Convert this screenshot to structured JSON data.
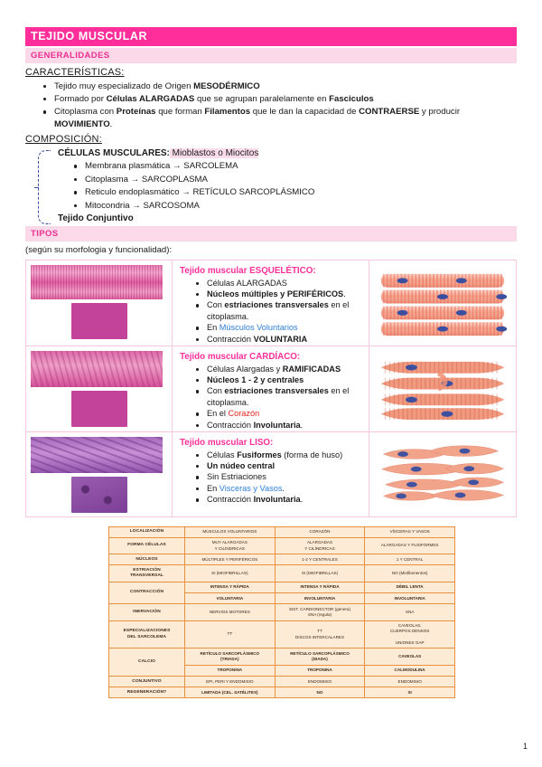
{
  "header": {
    "title": "TEJIDO MUSCULAR",
    "subtitle": "GENERALIDADES"
  },
  "sections": {
    "caracteristicas_label": "CARACTERÍSTICAS:",
    "composicion_label": "COMPOSICIÓN:",
    "tipos_label": "TIPOS",
    "tipos_note": "(según su morfologia y funcionalidad):"
  },
  "caracteristicas": [
    {
      "parts": [
        {
          "t": "Tejido muy especializado de Origen ",
          "b": false
        },
        {
          "t": "MESODÉRMICO",
          "b": true
        }
      ]
    },
    {
      "parts": [
        {
          "t": "Formado por ",
          "b": false
        },
        {
          "t": "Células ALARGADAS",
          "b": true
        },
        {
          "t": " que se agrupan paralelamente en ",
          "b": false
        },
        {
          "t": "Fasciculos",
          "b": true
        }
      ]
    },
    {
      "parts": [
        {
          "t": "Citoplasma con ",
          "b": false
        },
        {
          "t": "Proteínas",
          "b": true
        },
        {
          "t": " que forman ",
          "b": false
        },
        {
          "t": "Filamentos",
          "b": true
        },
        {
          "t": " que le dan la capacidad de ",
          "b": false
        },
        {
          "t": "CONTRAERSE",
          "b": true
        },
        {
          "t": " y producir ",
          "b": false
        },
        {
          "t": "MOVIMIENTO",
          "b": true
        },
        {
          "t": ".",
          "b": false
        }
      ]
    }
  ],
  "composicion": {
    "head_bold": "CÉLULAS MUSCULARES:",
    "head_highlight": " Mioblastos o Miocitos",
    "items": [
      "Membrana plasmática → SARCOLEMA",
      "Citoplasma → SARCOPLASMA",
      "Reticulo endoplasmático → RETÍCULO SARCOPLÁSMICO",
      "Mitocondria → SARCOSOMA"
    ],
    "footer": "Tejido Conjuntivo"
  },
  "types": [
    {
      "title": "Tejido muscular ESQUELÉTICO:",
      "bullets": [
        {
          "parts": [
            {
              "t": "Células ALARGADAS",
              "b": false
            }
          ]
        },
        {
          "parts": [
            {
              "t": "Núcleos múltiples y PERIFÉRICOS",
              "b": true
            },
            {
              "t": ".",
              "b": false
            }
          ]
        },
        {
          "parts": [
            {
              "t": "Con ",
              "b": false
            },
            {
              "t": "estriaciones transversales",
              "b": true
            },
            {
              "t": " en el citoplasma.",
              "b": false
            }
          ]
        },
        {
          "parts": [
            {
              "t": "En ",
              "b": false
            },
            {
              "t": "Músculos Voluntarios",
              "b": false,
              "c": "blue"
            }
          ]
        },
        {
          "parts": [
            {
              "t": "Contracción ",
              "b": false
            },
            {
              "t": "VOLUNTARIA",
              "b": true
            }
          ]
        }
      ],
      "histology_kind": "skeletal",
      "diagram_kind": "skeletal-striated-tubes"
    },
    {
      "title": "Tejido muscular CARDÍACO:",
      "bullets": [
        {
          "parts": [
            {
              "t": "Células Alargadas y ",
              "b": false
            },
            {
              "t": "RAMIFICADAS",
              "b": true
            }
          ]
        },
        {
          "parts": [
            {
              "t": "Núcleos 1 - 2 y centrales",
              "b": true
            }
          ]
        },
        {
          "parts": [
            {
              "t": "Con ",
              "b": false
            },
            {
              "t": "estriaciones transversales",
              "b": true
            },
            {
              "t": " en el citoplasma.",
              "b": false
            }
          ]
        },
        {
          "parts": [
            {
              "t": "En el ",
              "b": false
            },
            {
              "t": "Corazón",
              "b": false,
              "c": "red"
            }
          ]
        },
        {
          "parts": [
            {
              "t": "Contracción ",
              "b": false
            },
            {
              "t": "Involuntaria",
              "b": true
            },
            {
              "t": ".",
              "b": false
            }
          ]
        }
      ],
      "histology_kind": "cardiac",
      "diagram_kind": "cardiac-branched"
    },
    {
      "title": "Tejido muscular LISO:",
      "bullets": [
        {
          "parts": [
            {
              "t": "Células ",
              "b": false
            },
            {
              "t": "Fusiformes",
              "b": true
            },
            {
              "t": " (forma de huso)",
              "b": false
            }
          ]
        },
        {
          "parts": [
            {
              "t": "Un núdeo central",
              "b": true
            }
          ]
        },
        {
          "parts": [
            {
              "t": "Sin Estriaciones",
              "b": false
            }
          ]
        },
        {
          "parts": [
            {
              "t": "En ",
              "b": false
            },
            {
              "t": "Visceras y Vasos",
              "b": false,
              "c": "blue"
            },
            {
              "t": ".",
              "b": false
            }
          ]
        },
        {
          "parts": [
            {
              "t": "Contracción ",
              "b": false
            },
            {
              "t": "Involuntaria",
              "b": true
            },
            {
              "t": ".",
              "b": false
            }
          ]
        }
      ],
      "histology_kind": "smooth",
      "diagram_kind": "smooth-spindle"
    }
  ],
  "comparison_table": {
    "rows": [
      {
        "label": "LOCALIZACIÓN",
        "cells": [
          "MÚSCULOS VOLUNTARIOS",
          "CORAZÓN",
          "VÍSCERAS Y VASOS"
        ],
        "bold": false
      },
      {
        "label": "FORMA CÉLULAS",
        "cells": [
          "MUY ALARGADAS\nY CILÍNDRICAS",
          "ALARGADAS\nY CILÍNDRICAS",
          "ALARGADAS Y FUSIFORMES"
        ],
        "bold": false
      },
      {
        "label": "NÚCLEOS",
        "cells": [
          "MÚLTIPLES Y PERIFÉRICOS",
          "1-2 Y CENTRALES",
          "1 Y CENTRAL"
        ],
        "bold": false
      },
      {
        "label": "ESTRIACIÓN\nTRANSVERSAL",
        "cells": [
          "SI (MIOFIBRILLAS)",
          "SI (MIOFIBRILLAS)",
          "NO (Miofilamentos)"
        ],
        "bold": false
      },
      {
        "label": "CONTRACCIÓN",
        "cells": [
          "INTENSA Y RÁPIDA",
          "INTENSA Y RÁPIDA",
          "DÉBIL LENTA"
        ],
        "bold": true,
        "merge_label_with_next": true
      },
      {
        "label": "",
        "cells": [
          "VOLUNTARIA",
          "INVOLUNTARIA",
          "INVOLUNTARIA"
        ],
        "bold": true
      },
      {
        "label": "INERVACIÓN",
        "cells": [
          "NERVIOS MOTORES",
          "SIST. CARDIONECTOR (genera)\nSNA (regula)",
          "SNA"
        ],
        "bold": false
      },
      {
        "label": "ESPECIALIZACIONES\nDEL SARCOLEMA",
        "cells": [
          "TT",
          "TT\nDISCOS INTERCALARES",
          "CAVEOLAS,\nCUERPOS DENSOS\n\nUNIONES GAP"
        ],
        "bold": false
      },
      {
        "label": "CALCIO",
        "cells": [
          "RETÍCULO SARCOPLÁSMICO\n(TRIADA)",
          "RETÍCULO SARCOPLÁSMICO\n(DIADA)",
          "CAVEOLAS"
        ],
        "bold": true,
        "merge_label_with_next": true
      },
      {
        "label": "",
        "cells": [
          "TROPONINA",
          "TROPONINA",
          "CALMODULINA"
        ],
        "bold": true
      },
      {
        "label": "CONJUNTIVO",
        "cells": [
          "EPI, PERI Y ENDOMISIO",
          "ENDOMISIO",
          "ENDOMISIO"
        ],
        "bold": false
      },
      {
        "label": "REGENERACIÓN?",
        "cells": [
          "LIMITADA (CEL. SATÉLITES)",
          "NO",
          "SI"
        ],
        "bold": true
      }
    ]
  },
  "page_number": "1"
}
